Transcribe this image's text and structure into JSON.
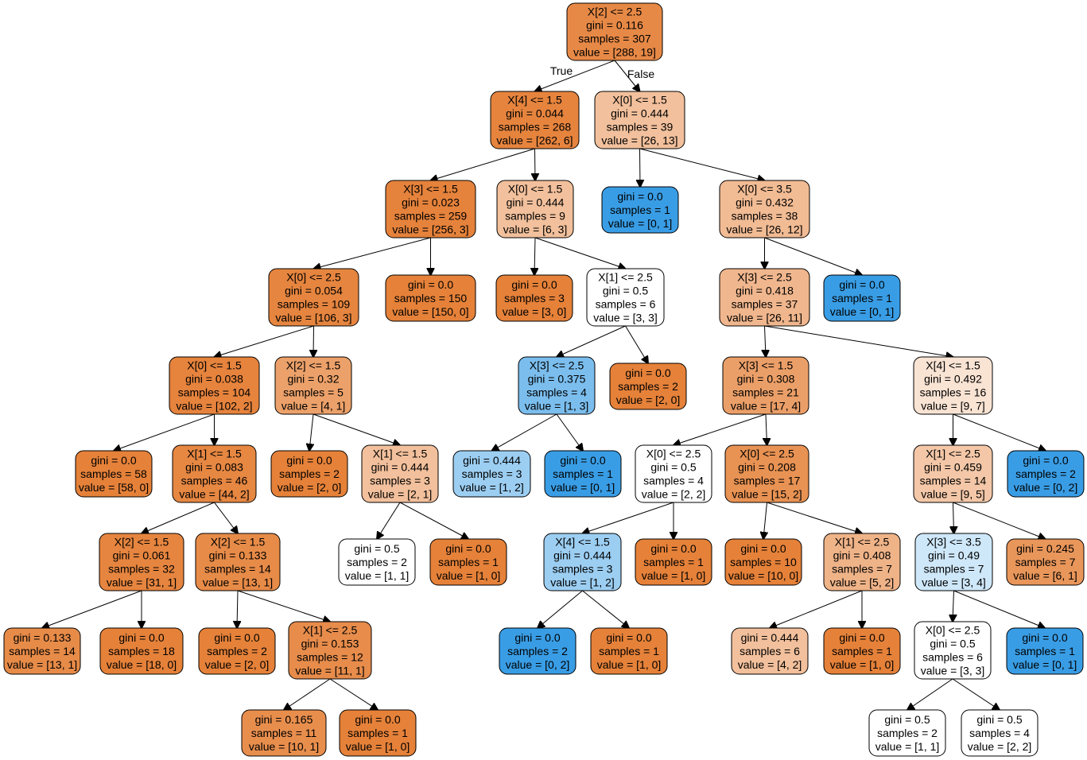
{
  "colors": {
    "orange_full": "#e58139",
    "blue_full": "#399de5",
    "white": "#ffffff",
    "stroke": "#000000"
  },
  "edge_labels": {
    "true_label": "True",
    "false_label": "False"
  },
  "nodes": [
    {
      "id": 0,
      "lines": [
        "X[2] <= 2.5",
        "gini = 0.116",
        "samples = 307",
        "value = [288, 19]"
      ],
      "value": [
        288,
        19
      ]
    },
    {
      "id": 1,
      "lines": [
        "X[4] <= 1.5",
        "gini = 0.044",
        "samples = 268",
        "value = [262, 6]"
      ],
      "value": [
        262,
        6
      ]
    },
    {
      "id": 2,
      "lines": [
        "X[0] <= 1.5",
        "gini = 0.444",
        "samples = 39",
        "value = [26, 13]"
      ],
      "value": [
        26,
        13
      ]
    },
    {
      "id": 3,
      "lines": [
        "X[3] <= 1.5",
        "gini = 0.023",
        "samples = 259",
        "value = [256, 3]"
      ],
      "value": [
        256,
        3
      ]
    },
    {
      "id": 4,
      "lines": [
        "X[0] <= 1.5",
        "gini = 0.444",
        "samples = 9",
        "value = [6, 3]"
      ],
      "value": [
        6,
        3
      ]
    },
    {
      "id": 5,
      "lines": [
        "gini = 0.0",
        "samples = 1",
        "value = [0, 1]"
      ],
      "value": [
        0,
        1
      ]
    },
    {
      "id": 6,
      "lines": [
        "X[0] <= 3.5",
        "gini = 0.432",
        "samples = 38",
        "value = [26, 12]"
      ],
      "value": [
        26,
        12
      ]
    },
    {
      "id": 7,
      "lines": [
        "X[0] <= 2.5",
        "gini = 0.054",
        "samples = 109",
        "value = [106, 3]"
      ],
      "value": [
        106,
        3
      ]
    },
    {
      "id": 8,
      "lines": [
        "gini = 0.0",
        "samples = 150",
        "value = [150, 0]"
      ],
      "value": [
        150,
        0
      ]
    },
    {
      "id": 9,
      "lines": [
        "gini = 0.0",
        "samples = 3",
        "value = [3, 0]"
      ],
      "value": [
        3,
        0
      ]
    },
    {
      "id": 10,
      "lines": [
        "X[1] <= 2.5",
        "gini = 0.5",
        "samples = 6",
        "value = [3, 3]"
      ],
      "value": [
        3,
        3
      ]
    },
    {
      "id": 11,
      "lines": [
        "X[3] <= 2.5",
        "gini = 0.418",
        "samples = 37",
        "value = [26, 11]"
      ],
      "value": [
        26,
        11
      ]
    },
    {
      "id": 12,
      "lines": [
        "gini = 0.0",
        "samples = 1",
        "value = [0, 1]"
      ],
      "value": [
        0,
        1
      ]
    },
    {
      "id": 13,
      "lines": [
        "X[0] <= 1.5",
        "gini = 0.038",
        "samples = 104",
        "value = [102, 2]"
      ],
      "value": [
        102,
        2
      ]
    },
    {
      "id": 14,
      "lines": [
        "X[2] <= 1.5",
        "gini = 0.32",
        "samples = 5",
        "value = [4, 1]"
      ],
      "value": [
        4,
        1
      ]
    },
    {
      "id": 15,
      "lines": [
        "X[3] <= 2.5",
        "gini = 0.375",
        "samples = 4",
        "value = [1, 3]"
      ],
      "value": [
        1,
        3
      ]
    },
    {
      "id": 16,
      "lines": [
        "gini = 0.0",
        "samples = 2",
        "value = [2, 0]"
      ],
      "value": [
        2,
        0
      ]
    },
    {
      "id": 17,
      "lines": [
        "X[3] <= 1.5",
        "gini = 0.308",
        "samples = 21",
        "value = [17, 4]"
      ],
      "value": [
        17,
        4
      ]
    },
    {
      "id": 18,
      "lines": [
        "X[4] <= 1.5",
        "gini = 0.492",
        "samples = 16",
        "value = [9, 7]"
      ],
      "value": [
        9,
        7
      ]
    },
    {
      "id": 19,
      "lines": [
        "gini = 0.0",
        "samples = 58",
        "value = [58, 0]"
      ],
      "value": [
        58,
        0
      ]
    },
    {
      "id": 20,
      "lines": [
        "X[1] <= 1.5",
        "gini = 0.083",
        "samples = 46",
        "value = [44, 2]"
      ],
      "value": [
        44,
        2
      ]
    },
    {
      "id": 21,
      "lines": [
        "gini = 0.0",
        "samples = 2",
        "value = [2, 0]"
      ],
      "value": [
        2,
        0
      ]
    },
    {
      "id": 22,
      "lines": [
        "X[1] <= 1.5",
        "gini = 0.444",
        "samples = 3",
        "value = [2, 1]"
      ],
      "value": [
        2,
        1
      ]
    },
    {
      "id": 23,
      "lines": [
        "gini = 0.444",
        "samples = 3",
        "value = [1, 2]"
      ],
      "value": [
        1,
        2
      ]
    },
    {
      "id": 24,
      "lines": [
        "gini = 0.0",
        "samples = 1",
        "value = [0, 1]"
      ],
      "value": [
        0,
        1
      ]
    },
    {
      "id": 25,
      "lines": [
        "X[0] <= 2.5",
        "gini = 0.5",
        "samples = 4",
        "value = [2, 2]"
      ],
      "value": [
        2,
        2
      ]
    },
    {
      "id": 26,
      "lines": [
        "X[0] <= 2.5",
        "gini = 0.208",
        "samples = 17",
        "value = [15, 2]"
      ],
      "value": [
        15,
        2
      ]
    },
    {
      "id": 27,
      "lines": [
        "X[1] <= 2.5",
        "gini = 0.459",
        "samples = 14",
        "value = [9, 5]"
      ],
      "value": [
        9,
        5
      ]
    },
    {
      "id": 28,
      "lines": [
        "gini = 0.0",
        "samples = 2",
        "value = [0, 2]"
      ],
      "value": [
        0,
        2
      ]
    },
    {
      "id": 29,
      "lines": [
        "X[2] <= 1.5",
        "gini = 0.061",
        "samples = 32",
        "value = [31, 1]"
      ],
      "value": [
        31,
        1
      ]
    },
    {
      "id": 30,
      "lines": [
        "X[2] <= 1.5",
        "gini = 0.133",
        "samples = 14",
        "value = [13, 1]"
      ],
      "value": [
        13,
        1
      ]
    },
    {
      "id": 31,
      "lines": [
        "gini = 0.5",
        "samples = 2",
        "value = [1, 1]"
      ],
      "value": [
        1,
        1
      ]
    },
    {
      "id": 32,
      "lines": [
        "gini = 0.0",
        "samples = 1",
        "value = [1, 0]"
      ],
      "value": [
        1,
        0
      ]
    },
    {
      "id": 33,
      "lines": [
        "X[4] <= 1.5",
        "gini = 0.444",
        "samples = 3",
        "value = [1, 2]"
      ],
      "value": [
        1,
        2
      ]
    },
    {
      "id": 34,
      "lines": [
        "gini = 0.0",
        "samples = 1",
        "value = [1, 0]"
      ],
      "value": [
        1,
        0
      ]
    },
    {
      "id": 35,
      "lines": [
        "gini = 0.0",
        "samples = 10",
        "value = [10, 0]"
      ],
      "value": [
        10,
        0
      ]
    },
    {
      "id": 36,
      "lines": [
        "X[1] <= 2.5",
        "gini = 0.408",
        "samples = 7",
        "value = [5, 2]"
      ],
      "value": [
        5,
        2
      ]
    },
    {
      "id": 37,
      "lines": [
        "X[3] <= 3.5",
        "gini = 0.49",
        "samples = 7",
        "value = [3, 4]"
      ],
      "value": [
        3,
        4
      ]
    },
    {
      "id": 38,
      "lines": [
        "gini = 0.245",
        "samples = 7",
        "value = [6, 1]"
      ],
      "value": [
        6,
        1
      ]
    },
    {
      "id": 39,
      "lines": [
        "gini = 0.133",
        "samples = 14",
        "value = [13, 1]"
      ],
      "value": [
        13,
        1
      ]
    },
    {
      "id": 40,
      "lines": [
        "gini = 0.0",
        "samples = 18",
        "value = [18, 0]"
      ],
      "value": [
        18,
        0
      ]
    },
    {
      "id": 41,
      "lines": [
        "gini = 0.0",
        "samples = 2",
        "value = [2, 0]"
      ],
      "value": [
        2,
        0
      ]
    },
    {
      "id": 42,
      "lines": [
        "X[1] <= 2.5",
        "gini = 0.153",
        "samples = 12",
        "value = [11, 1]"
      ],
      "value": [
        11,
        1
      ]
    },
    {
      "id": 43,
      "lines": [
        "gini = 0.0",
        "samples = 2",
        "value = [0, 2]"
      ],
      "value": [
        0,
        2
      ]
    },
    {
      "id": 44,
      "lines": [
        "gini = 0.0",
        "samples = 1",
        "value = [1, 0]"
      ],
      "value": [
        1,
        0
      ]
    },
    {
      "id": 45,
      "lines": [
        "gini = 0.444",
        "samples = 6",
        "value = [4, 2]"
      ],
      "value": [
        4,
        2
      ]
    },
    {
      "id": 46,
      "lines": [
        "gini = 0.0",
        "samples = 1",
        "value = [1, 0]"
      ],
      "value": [
        1,
        0
      ]
    },
    {
      "id": 47,
      "lines": [
        "X[0] <= 2.5",
        "gini = 0.5",
        "samples = 6",
        "value = [3, 3]"
      ],
      "value": [
        3,
        3
      ]
    },
    {
      "id": 48,
      "lines": [
        "gini = 0.0",
        "samples = 1",
        "value = [0, 1]"
      ],
      "value": [
        0,
        1
      ]
    },
    {
      "id": 49,
      "lines": [
        "gini = 0.165",
        "samples = 11",
        "value = [10, 1]"
      ],
      "value": [
        10,
        1
      ]
    },
    {
      "id": 50,
      "lines": [
        "gini = 0.0",
        "samples = 1",
        "value = [1, 0]"
      ],
      "value": [
        1,
        0
      ]
    },
    {
      "id": 51,
      "lines": [
        "gini = 0.5",
        "samples = 2",
        "value = [1, 1]"
      ],
      "value": [
        1,
        1
      ]
    },
    {
      "id": 52,
      "lines": [
        "gini = 0.5",
        "samples = 4",
        "value = [2, 2]"
      ],
      "value": [
        2,
        2
      ]
    }
  ],
  "edges": [
    [
      0,
      1
    ],
    [
      0,
      2
    ],
    [
      1,
      3
    ],
    [
      1,
      4
    ],
    [
      2,
      5
    ],
    [
      2,
      6
    ],
    [
      3,
      7
    ],
    [
      3,
      8
    ],
    [
      4,
      9
    ],
    [
      4,
      10
    ],
    [
      6,
      11
    ],
    [
      6,
      12
    ],
    [
      7,
      13
    ],
    [
      7,
      14
    ],
    [
      10,
      15
    ],
    [
      10,
      16
    ],
    [
      11,
      17
    ],
    [
      11,
      18
    ],
    [
      13,
      19
    ],
    [
      13,
      20
    ],
    [
      14,
      21
    ],
    [
      14,
      22
    ],
    [
      15,
      23
    ],
    [
      15,
      24
    ],
    [
      17,
      25
    ],
    [
      17,
      26
    ],
    [
      18,
      27
    ],
    [
      18,
      28
    ],
    [
      20,
      29
    ],
    [
      20,
      30
    ],
    [
      22,
      31
    ],
    [
      22,
      32
    ],
    [
      25,
      33
    ],
    [
      25,
      34
    ],
    [
      26,
      35
    ],
    [
      26,
      36
    ],
    [
      27,
      37
    ],
    [
      27,
      38
    ],
    [
      29,
      39
    ],
    [
      29,
      40
    ],
    [
      30,
      41
    ],
    [
      30,
      42
    ],
    [
      33,
      43
    ],
    [
      33,
      44
    ],
    [
      36,
      45
    ],
    [
      36,
      46
    ],
    [
      37,
      47
    ],
    [
      37,
      48
    ],
    [
      42,
      49
    ],
    [
      42,
      50
    ],
    [
      47,
      51
    ],
    [
      47,
      52
    ]
  ]
}
